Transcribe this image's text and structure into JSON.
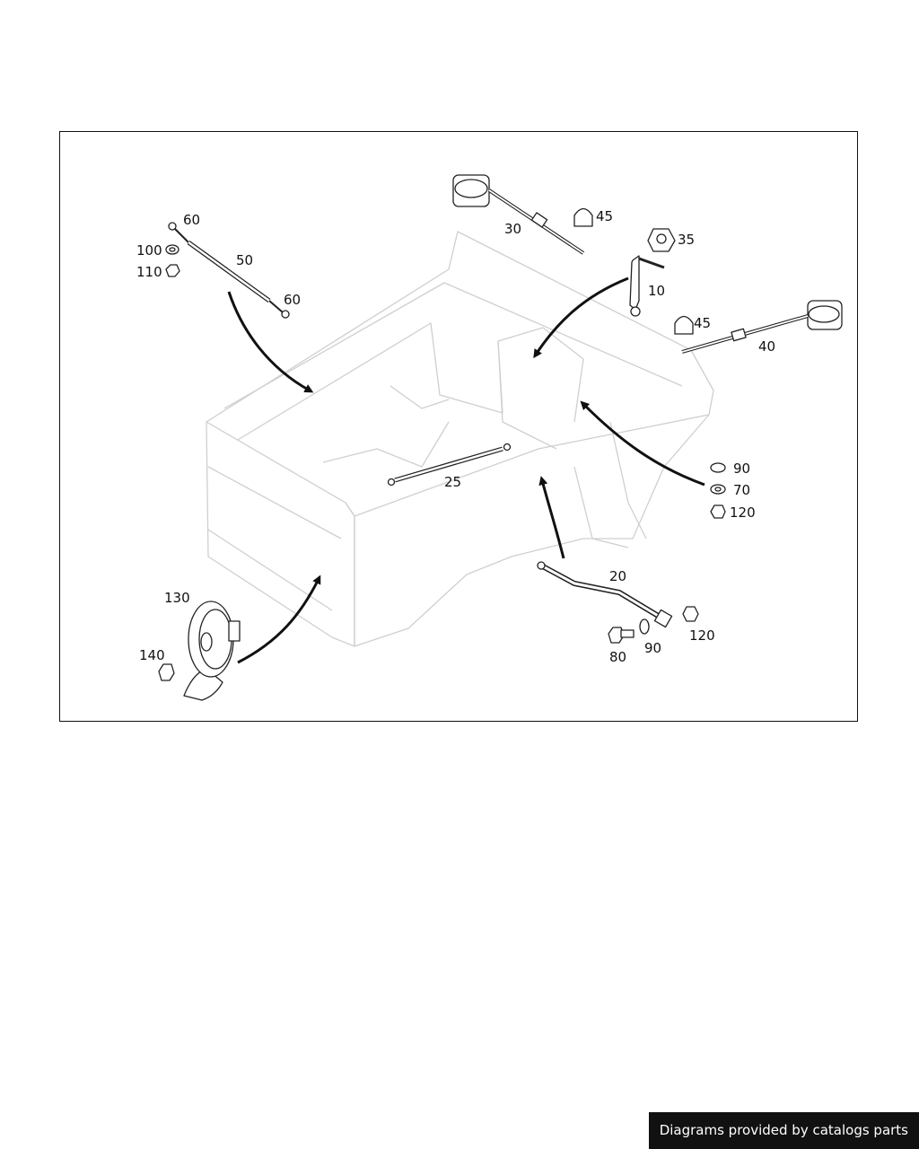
{
  "callouts": {
    "c10": "10",
    "c20": "20",
    "c25": "25",
    "c30": "30",
    "c35": "35",
    "c40": "40",
    "c45a": "45",
    "c45b": "45",
    "c50": "50",
    "c60a": "60",
    "c60b": "60",
    "c70": "70",
    "c80": "80",
    "c90a": "90",
    "c90b": "90",
    "c100": "100",
    "c110": "110",
    "c120a": "120",
    "c120b": "120",
    "c130": "130",
    "c140": "140"
  },
  "footer": {
    "credit": "Diagrams provided by catalogs parts"
  }
}
